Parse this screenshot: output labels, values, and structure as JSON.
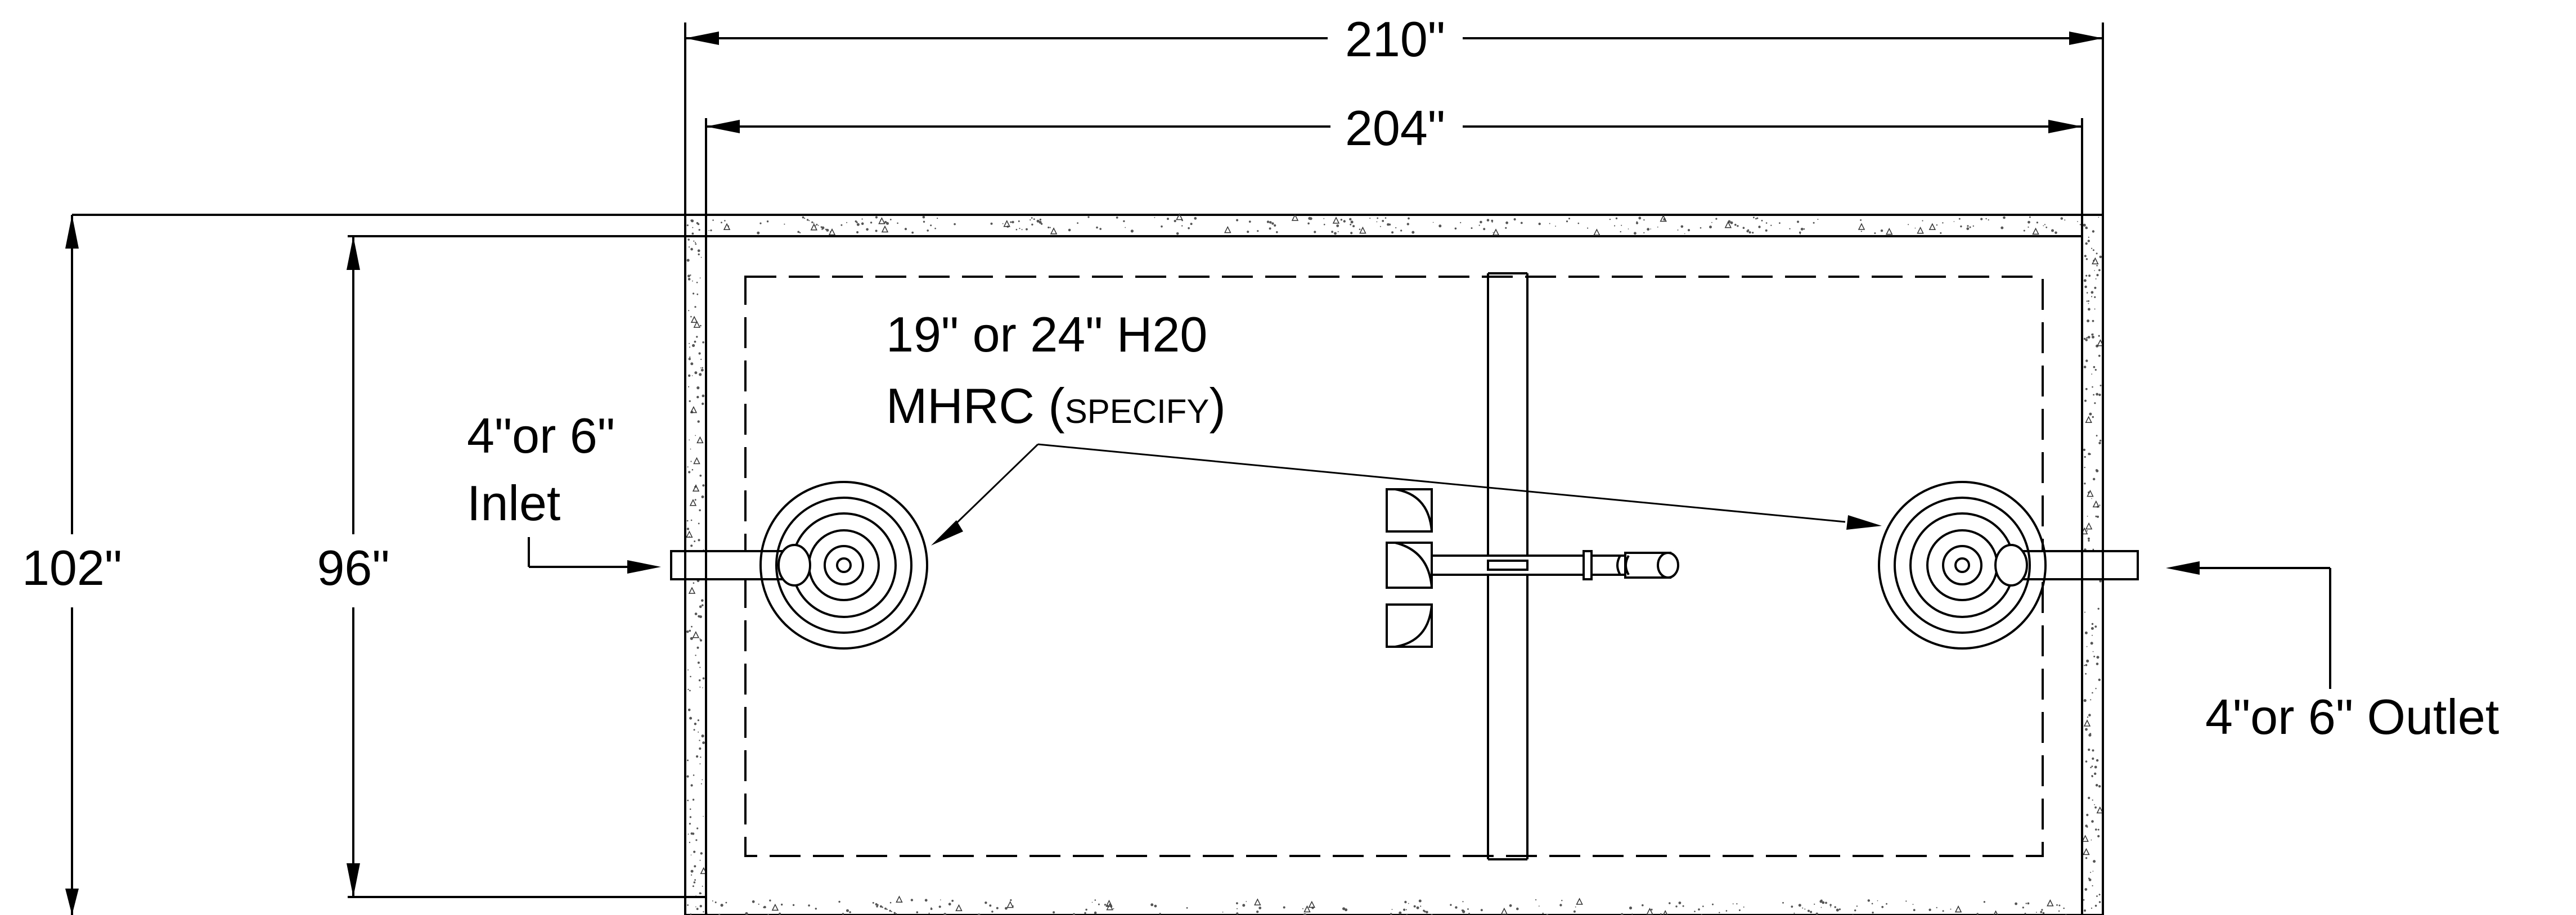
{
  "dimensions": {
    "outer_length": "210\"",
    "inner_length": "204\"",
    "outer_width": "102\"",
    "inner_width": "96\""
  },
  "labels": {
    "inlet_line1": "4\"or 6\"",
    "inlet_line2": "Inlet",
    "outlet": "4\"or 6\" Outlet",
    "mhrc_line1": "19\" or 24\" H20",
    "mhrc_line2_main": "MHRC (",
    "mhrc_line2_specify": "SPECIFY",
    "mhrc_line2_close": ")"
  }
}
